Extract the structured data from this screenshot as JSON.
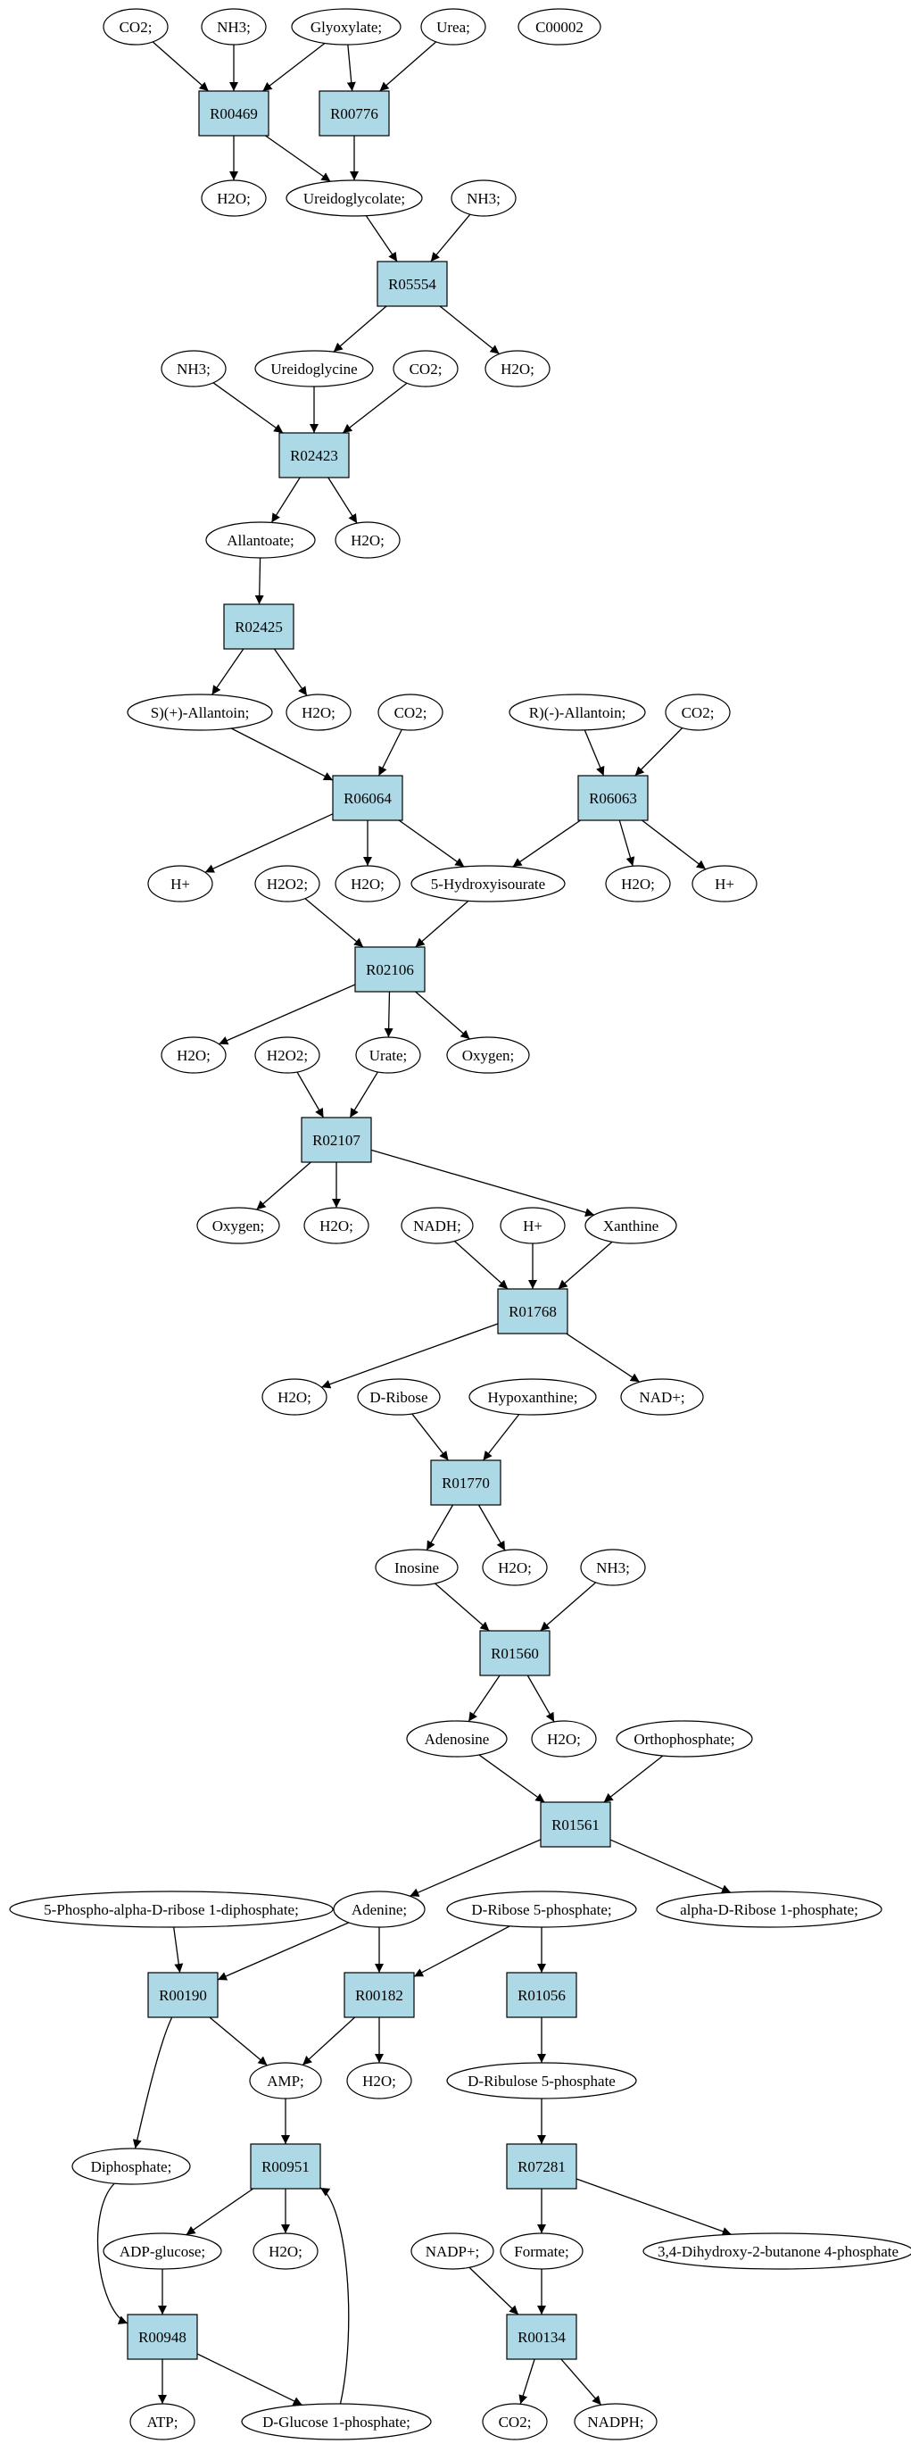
{
  "colors": {
    "reaction_fill": "#add8e6",
    "compound_fill": "#ffffff",
    "highlight_yellow": "#ffff00",
    "highlight_green": "#00ff00",
    "stroke": "#000000"
  },
  "nodes": {
    "co2_a": {
      "label": "CO2;",
      "kind": "compound"
    },
    "nh3_a": {
      "label": "NH3;",
      "kind": "compound"
    },
    "glyoxylate": {
      "label": "Glyoxylate;",
      "kind": "compound"
    },
    "urea": {
      "label": "Urea;",
      "kind": "compound"
    },
    "c00002": {
      "label": "C00002",
      "kind": "compound",
      "fill": "highlight_yellow"
    },
    "r00469": {
      "label": "R00469",
      "kind": "reaction"
    },
    "r00776": {
      "label": "R00776",
      "kind": "reaction"
    },
    "h2o_a": {
      "label": "H2O;",
      "kind": "compound"
    },
    "ureidoglycolate": {
      "label": "Ureidoglycolate;",
      "kind": "compound"
    },
    "nh3_b": {
      "label": "NH3;",
      "kind": "compound"
    },
    "r05554": {
      "label": "R05554",
      "kind": "reaction"
    },
    "nh3_c": {
      "label": "NH3;",
      "kind": "compound"
    },
    "ureidoglycine": {
      "label": "Ureidoglycine",
      "kind": "compound"
    },
    "co2_b": {
      "label": "CO2;",
      "kind": "compound"
    },
    "h2o_b": {
      "label": "H2O;",
      "kind": "compound"
    },
    "r02423": {
      "label": "R02423",
      "kind": "reaction"
    },
    "allantoate": {
      "label": "Allantoate;",
      "kind": "compound"
    },
    "h2o_c": {
      "label": "H2O;",
      "kind": "compound"
    },
    "r02425": {
      "label": "R02425",
      "kind": "reaction"
    },
    "s_allantoin": {
      "label": "S)(+)-Allantoin;",
      "kind": "compound"
    },
    "h2o_d": {
      "label": "H2O;",
      "kind": "compound"
    },
    "co2_c": {
      "label": "CO2;",
      "kind": "compound"
    },
    "r_allantoin": {
      "label": "R)(-)-Allantoin;",
      "kind": "compound"
    },
    "co2_d": {
      "label": "CO2;",
      "kind": "compound"
    },
    "r06064": {
      "label": "R06064",
      "kind": "reaction"
    },
    "r06063": {
      "label": "R06063",
      "kind": "reaction"
    },
    "hplus_a": {
      "label": "H+",
      "kind": "compound"
    },
    "h2o2_a": {
      "label": "H2O2;",
      "kind": "compound"
    },
    "h2o_e": {
      "label": "H2O;",
      "kind": "compound"
    },
    "hydroxyisourate": {
      "label": "5-Hydroxyisourate",
      "kind": "compound"
    },
    "h2o_f": {
      "label": "H2O;",
      "kind": "compound"
    },
    "hplus_b": {
      "label": "H+",
      "kind": "compound"
    },
    "r02106": {
      "label": "R02106",
      "kind": "reaction"
    },
    "h2o_g": {
      "label": "H2O;",
      "kind": "compound"
    },
    "h2o2_b": {
      "label": "H2O2;",
      "kind": "compound"
    },
    "urate": {
      "label": "Urate;",
      "kind": "compound"
    },
    "oxygen_a": {
      "label": "Oxygen;",
      "kind": "compound"
    },
    "r02107": {
      "label": "R02107",
      "kind": "reaction"
    },
    "oxygen_b": {
      "label": "Oxygen;",
      "kind": "compound"
    },
    "h2o_h": {
      "label": "H2O;",
      "kind": "compound"
    },
    "nadh": {
      "label": "NADH;",
      "kind": "compound"
    },
    "hplus_c": {
      "label": "H+",
      "kind": "compound"
    },
    "xanthine": {
      "label": "Xanthine",
      "kind": "compound"
    },
    "r01768": {
      "label": "R01768",
      "kind": "reaction"
    },
    "h2o_i": {
      "label": "H2O;",
      "kind": "compound"
    },
    "d_ribose": {
      "label": "D-Ribose",
      "kind": "compound"
    },
    "hypoxanthine": {
      "label": "Hypoxanthine;",
      "kind": "compound"
    },
    "nadplus": {
      "label": "NAD+;",
      "kind": "compound"
    },
    "r01770": {
      "label": "R01770",
      "kind": "reaction"
    },
    "inosine": {
      "label": "Inosine",
      "kind": "compound"
    },
    "h2o_j": {
      "label": "H2O;",
      "kind": "compound"
    },
    "nh3_d": {
      "label": "NH3;",
      "kind": "compound"
    },
    "r01560": {
      "label": "R01560",
      "kind": "reaction"
    },
    "adenosine": {
      "label": "Adenosine",
      "kind": "compound"
    },
    "h2o_k": {
      "label": "H2O;",
      "kind": "compound"
    },
    "orthophosphate": {
      "label": "Orthophosphate;",
      "kind": "compound"
    },
    "r01561": {
      "label": "R01561",
      "kind": "reaction"
    },
    "prpp": {
      "label": "5-Phospho-alpha-D-ribose 1-diphosphate;",
      "kind": "compound"
    },
    "adenine": {
      "label": "Adenine;",
      "kind": "compound"
    },
    "ribose5p": {
      "label": "D-Ribose 5-phosphate;",
      "kind": "compound",
      "fill": "highlight_green"
    },
    "ribose1p": {
      "label": "alpha-D-Ribose 1-phosphate;",
      "kind": "compound"
    },
    "r00190": {
      "label": "R00190",
      "kind": "reaction"
    },
    "r00182": {
      "label": "R00182",
      "kind": "reaction"
    },
    "r01056": {
      "label": "R01056",
      "kind": "reaction"
    },
    "amp": {
      "label": "AMP;",
      "kind": "compound"
    },
    "h2o_l": {
      "label": "H2O;",
      "kind": "compound"
    },
    "ribulose5p": {
      "label": "D-Ribulose 5-phosphate",
      "kind": "compound"
    },
    "diphosphate": {
      "label": "Diphosphate;",
      "kind": "compound"
    },
    "r00951": {
      "label": "R00951",
      "kind": "reaction"
    },
    "r07281": {
      "label": "R07281",
      "kind": "reaction"
    },
    "adp_glucose": {
      "label": "ADP-glucose;",
      "kind": "compound"
    },
    "h2o_m": {
      "label": "H2O;",
      "kind": "compound"
    },
    "nadpplus": {
      "label": "NADP+;",
      "kind": "compound"
    },
    "formate": {
      "label": "Formate;",
      "kind": "compound"
    },
    "dihydroxybutanone": {
      "label": "3,4-Dihydroxy-2-butanone 4-phosphate",
      "kind": "compound"
    },
    "r00948": {
      "label": "R00948",
      "kind": "reaction"
    },
    "r00134": {
      "label": "R00134",
      "kind": "reaction"
    },
    "atp": {
      "label": "ATP;",
      "kind": "compound"
    },
    "glucose1p": {
      "label": "D-Glucose 1-phosphate;",
      "kind": "compound"
    },
    "co2_e": {
      "label": "CO2;",
      "kind": "compound"
    },
    "nadph": {
      "label": "NADPH;",
      "kind": "compound"
    }
  },
  "edges": [
    [
      "co2_a",
      "r00469"
    ],
    [
      "nh3_a",
      "r00469"
    ],
    [
      "glyoxylate",
      "r00469"
    ],
    [
      "glyoxylate",
      "r00776"
    ],
    [
      "urea",
      "r00776"
    ],
    [
      "r00469",
      "h2o_a"
    ],
    [
      "r00469",
      "ureidoglycolate"
    ],
    [
      "r00776",
      "ureidoglycolate"
    ],
    [
      "ureidoglycolate",
      "r05554"
    ],
    [
      "nh3_b",
      "r05554"
    ],
    [
      "r05554",
      "ureidoglycine"
    ],
    [
      "r05554",
      "h2o_b"
    ],
    [
      "nh3_c",
      "r02423"
    ],
    [
      "ureidoglycine",
      "r02423"
    ],
    [
      "co2_b",
      "r02423"
    ],
    [
      "r02423",
      "allantoate"
    ],
    [
      "r02423",
      "h2o_c"
    ],
    [
      "allantoate",
      "r02425"
    ],
    [
      "r02425",
      "s_allantoin"
    ],
    [
      "r02425",
      "h2o_d"
    ],
    [
      "s_allantoin",
      "r06064"
    ],
    [
      "co2_c",
      "r06064"
    ],
    [
      "r_allantoin",
      "r06063"
    ],
    [
      "co2_d",
      "r06063"
    ],
    [
      "r06064",
      "hplus_a"
    ],
    [
      "r06064",
      "h2o_e"
    ],
    [
      "r06064",
      "hydroxyisourate"
    ],
    [
      "r06063",
      "hydroxyisourate"
    ],
    [
      "r06063",
      "h2o_f"
    ],
    [
      "r06063",
      "hplus_b"
    ],
    [
      "h2o2_a",
      "r02106"
    ],
    [
      "hydroxyisourate",
      "r02106"
    ],
    [
      "r02106",
      "h2o_g"
    ],
    [
      "r02106",
      "urate"
    ],
    [
      "r02106",
      "oxygen_a"
    ],
    [
      "h2o2_b",
      "r02107"
    ],
    [
      "urate",
      "r02107"
    ],
    [
      "r02107",
      "oxygen_b"
    ],
    [
      "r02107",
      "h2o_h"
    ],
    [
      "r02107",
      "xanthine"
    ],
    [
      "nadh",
      "r01768"
    ],
    [
      "hplus_c",
      "r01768"
    ],
    [
      "xanthine",
      "r01768"
    ],
    [
      "r01768",
      "h2o_i"
    ],
    [
      "r01768",
      "nadplus"
    ],
    [
      "d_ribose",
      "r01770"
    ],
    [
      "hypoxanthine",
      "r01770"
    ],
    [
      "r01770",
      "inosine"
    ],
    [
      "r01770",
      "h2o_j"
    ],
    [
      "inosine",
      "r01560"
    ],
    [
      "nh3_d",
      "r01560"
    ],
    [
      "r01560",
      "adenosine"
    ],
    [
      "r01560",
      "h2o_k"
    ],
    [
      "adenosine",
      "r01561"
    ],
    [
      "orthophosphate",
      "r01561"
    ],
    [
      "r01561",
      "adenine"
    ],
    [
      "r01561",
      "ribose1p"
    ],
    [
      "prpp",
      "r00190"
    ],
    [
      "adenine",
      "r00190"
    ],
    [
      "adenine",
      "r00182"
    ],
    [
      "ribose5p",
      "r00182"
    ],
    [
      "ribose5p",
      "r01056"
    ],
    [
      "r00190",
      "amp"
    ],
    [
      "r00190",
      "diphosphate"
    ],
    [
      "r00182",
      "amp"
    ],
    [
      "r00182",
      "h2o_l"
    ],
    [
      "r01056",
      "ribulose5p"
    ],
    [
      "amp",
      "r00951"
    ],
    [
      "ribulose5p",
      "r07281"
    ],
    [
      "r00951",
      "adp_glucose"
    ],
    [
      "r00951",
      "h2o_m"
    ],
    [
      "r07281",
      "formate"
    ],
    [
      "r07281",
      "dihydroxybutanone"
    ],
    [
      "adp_glucose",
      "r00948"
    ],
    [
      "diphosphate",
      "r00948"
    ],
    [
      "nadpplus",
      "r00134"
    ],
    [
      "formate",
      "r00134"
    ],
    [
      "r00948",
      "atp"
    ],
    [
      "r00948",
      "glucose1p"
    ],
    [
      "glucose1p",
      "r00951"
    ],
    [
      "r00134",
      "co2_e"
    ],
    [
      "r00134",
      "nadph"
    ]
  ]
}
